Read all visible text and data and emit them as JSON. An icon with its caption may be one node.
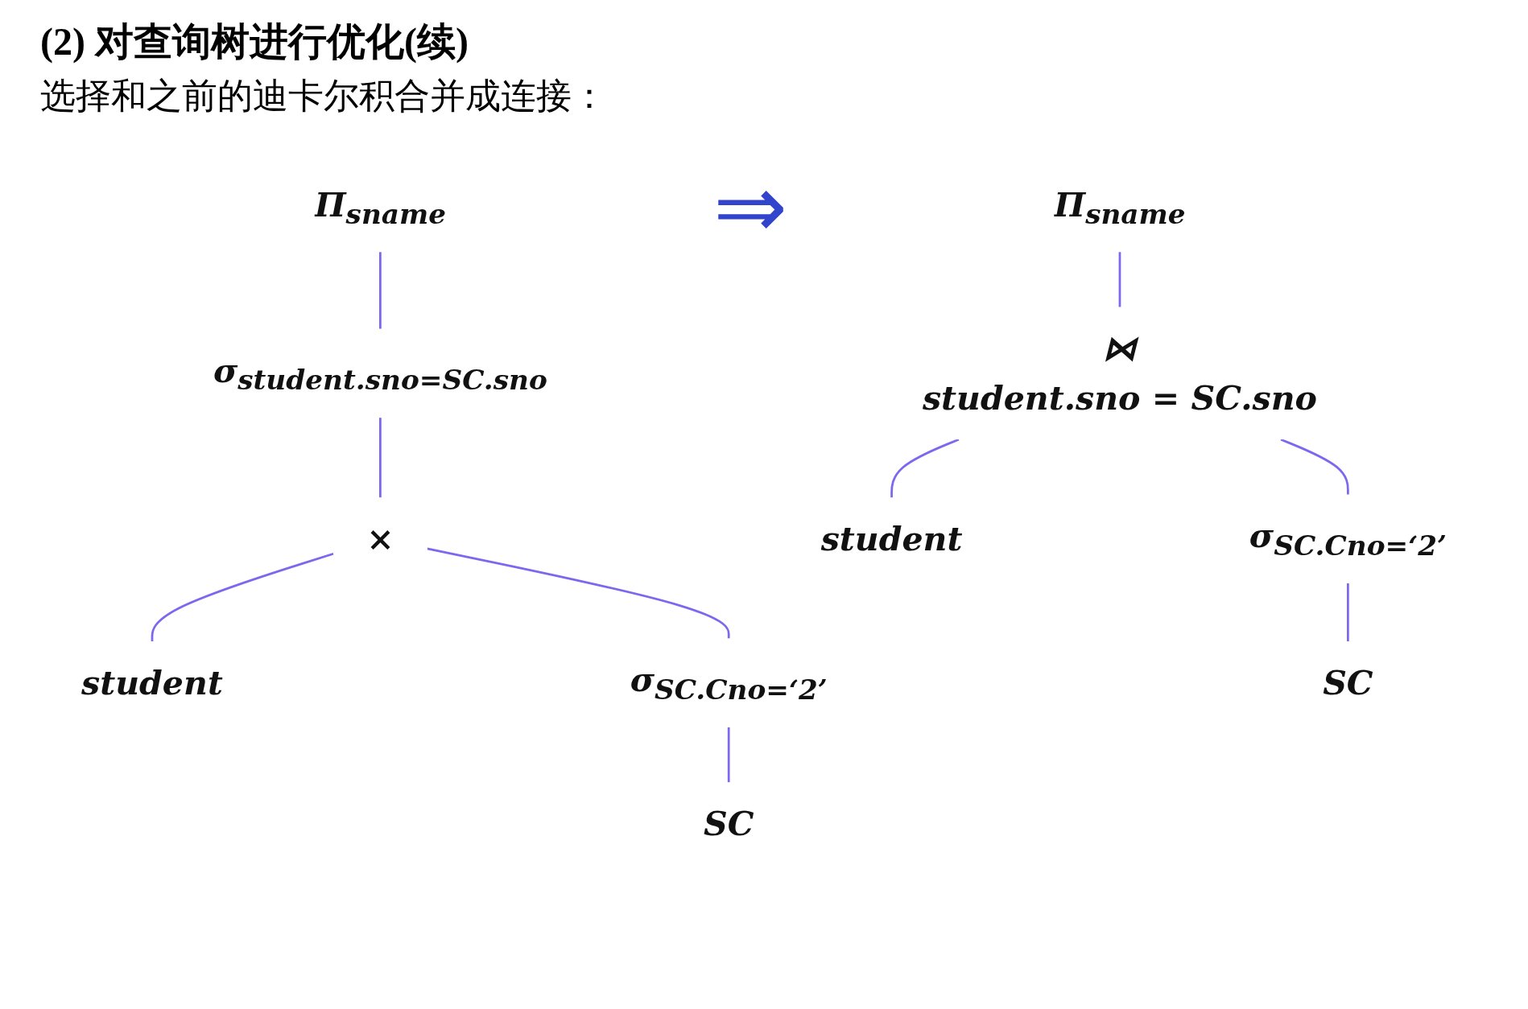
{
  "diagram": {
    "title": "(2) 对查询树进行优化(续)",
    "nodes": [
      {
        "text": [
          "Π$_{sname}$"
        ]
      },
      {
        "text": [
          "σ$_{student.sno=SC.sno}$"
        ]
      },
      {
        "text": [
          "×"
        ]
      },
      {
        "text": [
          "student"
        ]
      },
      {
        "text": [
          "σ$_{SC.Cno=‘2’}$"
        ]
      },
      {
        "text": [
          "SC"
        ]
      },
      {
        "text": [
          "Π$_{sname}$"
        ]
      },
      {
        "text": [
          "⋈",
          "student.sno = SC.sno"
        ]
      },
      {
        "text": [
          "student"
        ]
      },
      {
        "text": [
          "σ$_{SC.Cno=‘2’}$"
        ]
      },
      {
        "text": [
          "SC"
        ]
      }
    ],
    "edges": [
      {
        "from": 0,
        "to": 1,
        "arrow": "none"
      },
      {
        "from": 1,
        "to": 2,
        "arrow": "none"
      },
      {
        "from": 2,
        "to": 3,
        "arrow": "none"
      },
      {
        "from": 2,
        "to": 4,
        "arrow": "none"
      },
      {
        "from": 4,
        "to": 5,
        "arrow": "none"
      },
      {
        "from": 6,
        "to": 7,
        "arrow": "none"
      },
      {
        "from": 7,
        "to": 8,
        "arrow": "none"
      },
      {
        "from": 7,
        "to": 9,
        "arrow": "none"
      },
      {
        "from": 9,
        "to": 10,
        "arrow": "none"
      }
    ],
    "labels": [
      "选择和之前的迪卡尔积合并成连接：",
      "⇒"
    ]
  }
}
